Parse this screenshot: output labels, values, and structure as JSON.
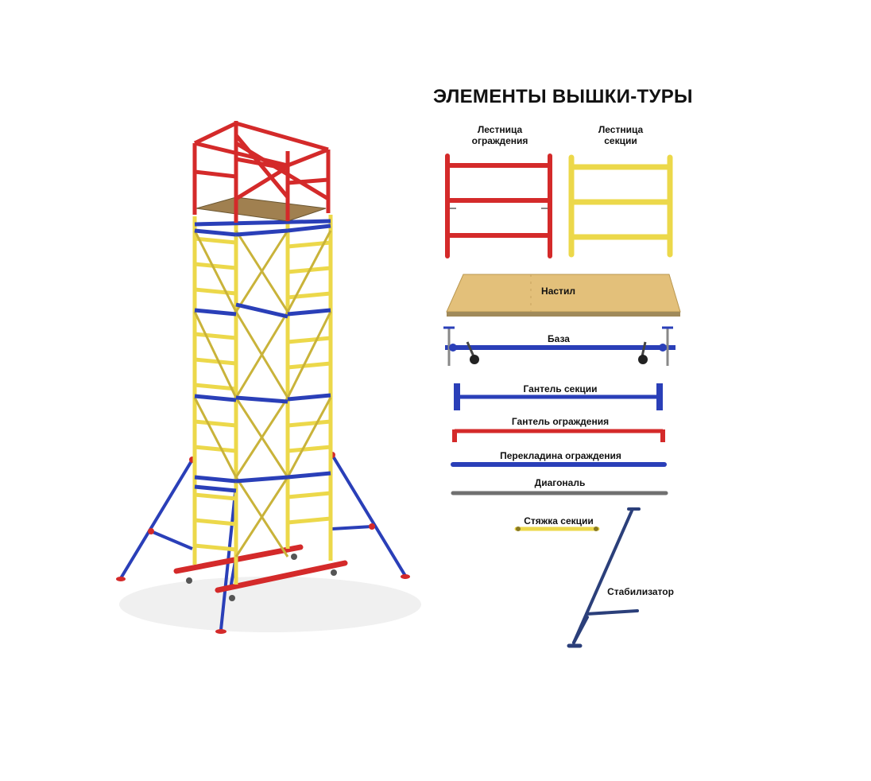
{
  "title": "ЭЛЕМЕНТЫ ВЫШКИ-ТУРЫ",
  "colors": {
    "red": "#d42a2a",
    "yellow": "#ecd84a",
    "blue": "#2a3fb8",
    "dark_blue": "#2b3f7a",
    "grey": "#707070",
    "wood": "#e3c07a"
  },
  "components": {
    "guard_ladder": {
      "label_line1": "Лестница",
      "label_line2": "ограждения"
    },
    "section_ladder": {
      "label_line1": "Лестница",
      "label_line2": "секции"
    },
    "deck": {
      "label": "Настил"
    },
    "base": {
      "label": "База"
    },
    "section_dumbbell": {
      "label": "Гантель секции"
    },
    "guard_dumbbell": {
      "label": "Гантель ограждения"
    },
    "guard_crossbar": {
      "label": "Перекладина ограждения"
    },
    "diagonal": {
      "label": "Диагональ"
    },
    "section_tie": {
      "label": "Стяжка секции"
    },
    "stabilizer": {
      "label": "Стабилизатор"
    }
  }
}
